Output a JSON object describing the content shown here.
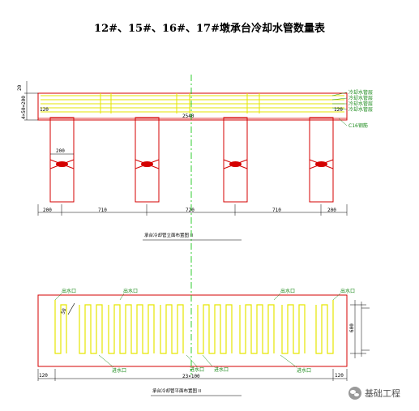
{
  "title": "12#、15#、16#、17#墩承台冷却水管数量表",
  "elevation": {
    "caption": "承台冷却管立面布置图 II",
    "dim_top_left": "20",
    "dim_left_vertical": "4×50=200",
    "dim_left": "120",
    "dim_right": "120",
    "dim_total": "2540",
    "dim_pile": "200",
    "bottom_dims": [
      "200",
      "710",
      "720",
      "710",
      "200"
    ],
    "pipe_labels": [
      "冷却水管层",
      "冷却水管层",
      "冷却水管层",
      "冷却水管层"
    ],
    "rebar_label": "C16钢筋"
  },
  "plan": {
    "caption": "承台冷却管平面布置图 II",
    "inlet_labels": [
      "出水口",
      "出水口",
      "出水口",
      "出水口"
    ],
    "outlet_labels": [
      "进水口",
      "进水口",
      "进水口",
      "进水口"
    ],
    "dim_spacing": "50",
    "dim_right_vertical": "600",
    "dim_left": "120",
    "dim_right": "120",
    "dim_total": "23×100"
  },
  "watermark": {
    "text": "基础工程",
    "icon": "wechat-icon"
  },
  "colors": {
    "outline": "#d40000",
    "pipe": "#e6e600",
    "center": "#00c000",
    "note": "#1a8a1a"
  }
}
